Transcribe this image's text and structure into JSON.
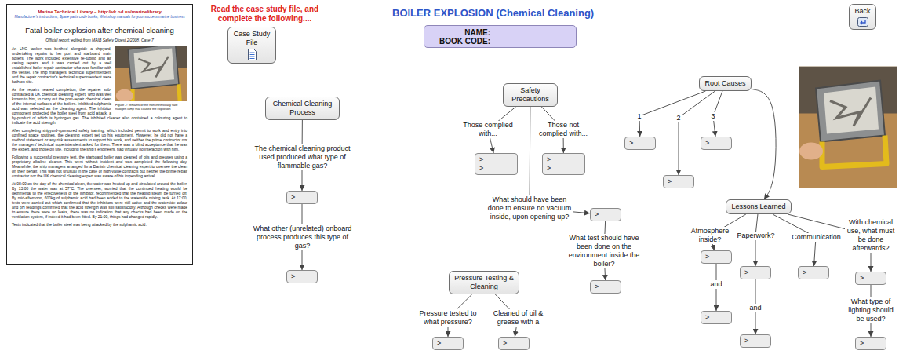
{
  "diagram": {
    "title": "BOILER EXPLOSION (Chemical Cleaning)",
    "nodes": [
      {
        "text": [
          "Marine Technical Library – http://vk.od.ua/marinelibrary",
          "Manufacturer's instructions, Spare parts code books, Workshop manuals for your success marine business",
          "Fatal boiler explosion after chemical cleaning",
          "Official report: edited from MAIB Safety Digest 2/2008, Case 7",
          "Figure 2: remains of the non-intrinsically safe halogen lamp that caused the explosion",
          "An LNG tanker was berthed alongside a shipyard, undertaking repairs to her port and starboard main boilers. The work included extensive re-tubing and air casing repairs and it was carried out by a well established boiler repair contractor who was familiar with the vessel. The ship managers' technical superintendent and the repair contractor's technical superintendent were both on site.",
          "As the repairs neared completion, the repairer sub-contracted a UK chemical cleaning expert, who was well known to him, to carry out the post-repair chemical clean of the internal surfaces of the boilers. Inhibited sulphamic acid was selected as the cleaning agent. The inhibitor component protected the boiler steel from acid attack, a by-product of which is hydrogen gas. The inhibited cleaner also contained a colouring agent to indicate the acid strength.",
          "After completing shipyard-sponsored safety training, which included permit to work and entry into confined space routines, the cleaning expert set up his equipment. However, he did not have a method statement or any risk assessments to support his work, and neither the prime contractor nor the managers' technical superintendent asked for them. There was a blind acceptance that he was the expert, and those on site, including the ship's engineers, had virtually no interaction with him.",
          "Following a successful pressure test, the starboard boiler was cleaned of oils and greases using a proprietary alkaline cleaner. This went without incident and was completed the following day. Meanwhile, the ship managers arranged for a Danish chemical cleaning expert to oversee the clean on their behalf. This was not unusual in the case of high-value contracts but neither the prime repair contractor nor the UK chemical cleaning expert was aware of his impending arrival.",
          "At 08:00 on the day of the chemical clean, the water was heated up and circulated around the boiler. By 13:00 the water was at 57°C. The overseer, worried that the continued heating would be detrimental to the effectiveness of the inhibitor, recommended that the heating steam be turned off. By mid-afternoon, 600kg of sulphamic acid had been added to the waterside mixing tank. At 17:00, tests were carried out which confirmed that the inhibitors were still active and the waterside colour and pH readings confirmed that the acid strength was still satisfactory. Although checks were made to ensure there were no leaks, there was no indication that any checks had been made on the ventilation system, if indeed it had been fitted. By 21:00, things had changed rapidly.",
          "Tests indicated that the boiler steel was being attacked by the sulphamic acid."
        ]
      },
      {
        "text": [
          "Case Study File"
        ]
      },
      {
        "text": [
          "NAME:",
          "BOOK CODE:"
        ]
      },
      {
        "text": [
          "Back"
        ]
      },
      {
        "text": [
          "Chemical Cleaning Process"
        ]
      },
      {
        "text": [
          ">"
        ]
      },
      {
        "text": [
          ">"
        ]
      },
      {
        "text": [
          "Safety Precautions"
        ]
      },
      {
        "text": [
          ">",
          ">"
        ]
      },
      {
        "text": [
          ">",
          ">"
        ]
      },
      {
        "text": [
          ">"
        ]
      },
      {
        "text": [
          ">"
        ]
      },
      {
        "text": [
          "Pressure Testing & Cleaning"
        ]
      },
      {
        "text": [
          ">"
        ]
      },
      {
        "text": [
          ">"
        ]
      },
      {
        "text": [
          "Root Causes"
        ]
      },
      {
        "text": [
          ">"
        ]
      },
      {
        "text": [
          ">"
        ]
      },
      {
        "text": [
          ">"
        ]
      },
      {
        "text": [
          "Lessons Learned"
        ]
      },
      {
        "text": [
          ">"
        ]
      },
      {
        "text": [
          ">"
        ]
      },
      {
        "text": [
          ">"
        ]
      },
      {
        "text": [
          ">"
        ]
      },
      {
        "text": [
          ">"
        ]
      },
      {
        "text": [
          ">"
        ]
      },
      {
        "text": [
          ">"
        ]
      }
    ],
    "edges": [
      {
        "from": 4,
        "to": 5,
        "label": "The chemical cleaning product used produced what type of flammable gas?",
        "arrow": "to"
      },
      {
        "from": 5,
        "to": 6,
        "label": "What other (unrelated) onboard process produces this type of gas?",
        "arrow": "to"
      },
      {
        "from": 7,
        "to": 8,
        "label": "Those complied with...",
        "arrow": "to"
      },
      {
        "from": 7,
        "to": 9,
        "label": "Those not complied with...",
        "arrow": "to"
      },
      {
        "from": 7,
        "to": 10,
        "label": "What should have been done to ensure no vacuum inside, upon opening up?",
        "arrow": "to"
      },
      {
        "from": 10,
        "to": 11,
        "label": "What test should have been done on the environment inside the boiler?",
        "arrow": "to"
      },
      {
        "from": 12,
        "to": 13,
        "label": "Pressure tested to what pressure?",
        "arrow": "to"
      },
      {
        "from": 12,
        "to": 14,
        "label": "Cleaned of oil & grease with a",
        "arrow": "to"
      },
      {
        "from": 15,
        "to": 16,
        "label": "1",
        "arrow": "to"
      },
      {
        "from": 15,
        "to": 17,
        "label": "2",
        "arrow": "to"
      },
      {
        "from": 15,
        "to": 18,
        "label": "3",
        "arrow": "to"
      },
      {
        "from": 15,
        "to": 19,
        "arrow": "to"
      },
      {
        "from": 19,
        "to": 20,
        "label": "Atmosphere inside?",
        "arrow": "to"
      },
      {
        "from": 20,
        "to": 21,
        "label": "and",
        "arrow": "to"
      },
      {
        "from": 19,
        "to": 22,
        "label": "Paperwork?",
        "arrow": "to"
      },
      {
        "from": 22,
        "to": 23,
        "label": "and",
        "arrow": "to"
      },
      {
        "from": 19,
        "to": 24,
        "label": "Communication",
        "arrow": "to"
      },
      {
        "from": 19,
        "to": 25,
        "label": "With chemical use, what must be done afterwards?",
        "arrow": "to"
      },
      {
        "from": 25,
        "to": 26,
        "label": "What type of lighting should be used?",
        "arrow": "to"
      }
    ],
    "labels": [
      "Read the case study file, and complete the following...."
    ]
  }
}
